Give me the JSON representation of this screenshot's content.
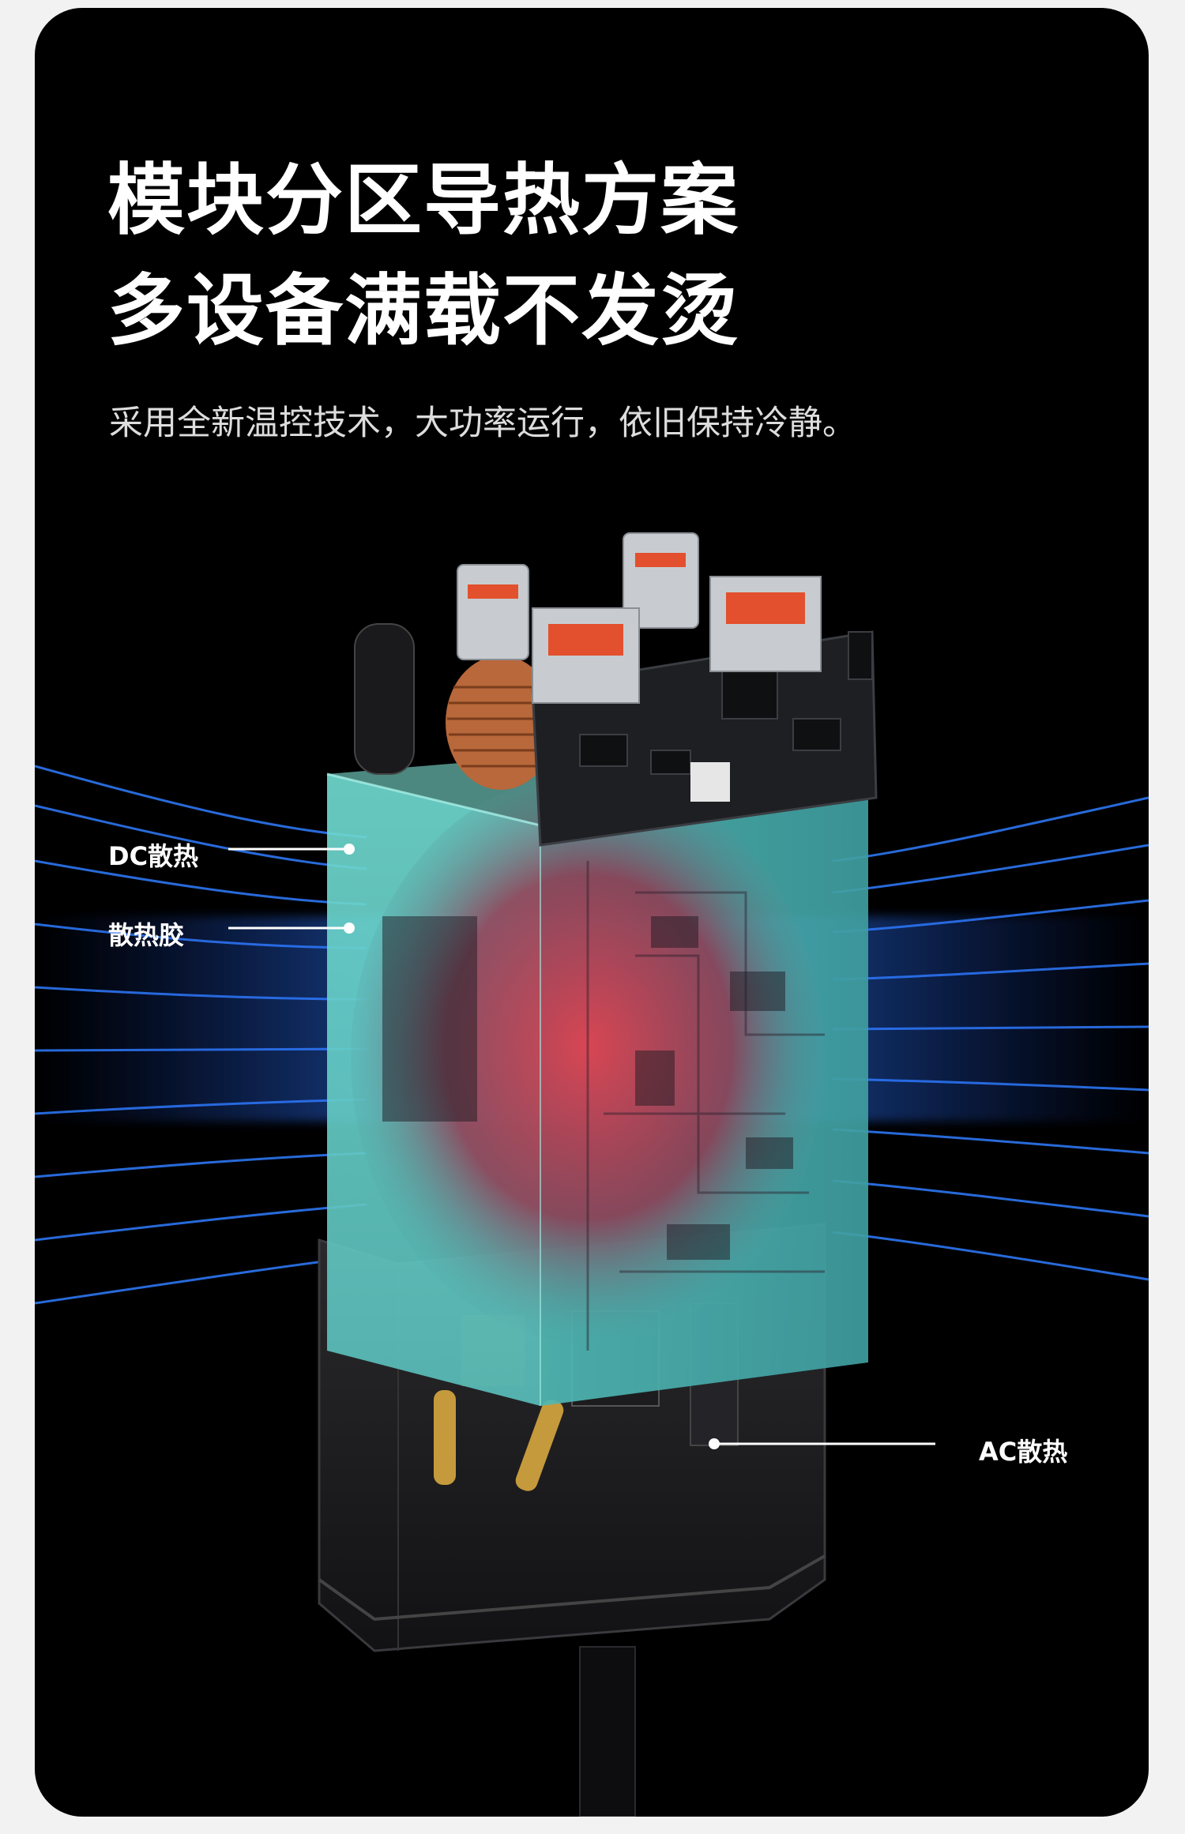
{
  "headline": {
    "line1": "模块分区导热方案",
    "line2": "多设备满载不发烫"
  },
  "subtitle": "采用全新温控技术，大功率运行，依旧保持冷静。",
  "callouts": {
    "dc_heat": "DC散热",
    "thermal_glue": "散热胶",
    "ac_heat": "AC散热"
  },
  "colors": {
    "background": "#000000",
    "airflow_blue": "#2f7dff",
    "shell_cyan": "#5fd3cc",
    "heat_red": "#d23a48",
    "port_orange": "#e3502d"
  }
}
